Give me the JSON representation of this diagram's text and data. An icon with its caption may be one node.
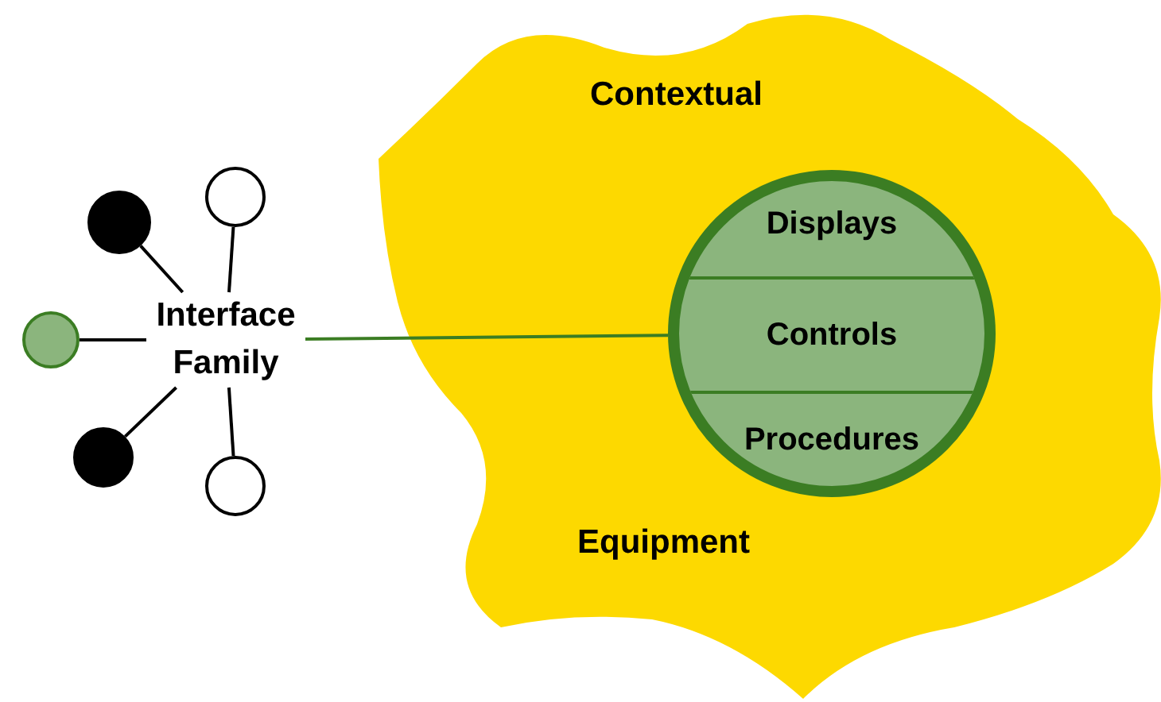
{
  "diagram": {
    "nodes": [
      {
        "text": [
          "Interface Family"
        ]
      },
      {
        "text": [],
        "shape": "circle"
      },
      {
        "text": [],
        "shape": "circle"
      },
      {
        "text": [],
        "shape": "circle"
      },
      {
        "text": [],
        "shape": "circle"
      },
      {
        "text": [],
        "shape": "circle"
      },
      {
        "text": [
          "Contextual",
          "Equipment"
        ]
      },
      {
        "text": [
          "Displays",
          "Controls",
          "Procedures"
        ],
        "in": 6
      }
    ],
    "edges": [
      {
        "from": 1,
        "to": 0,
        "arrow": "none"
      },
      {
        "from": 2,
        "to": 0,
        "arrow": "none"
      },
      {
        "from": 3,
        "to": 0,
        "arrow": "none"
      },
      {
        "from": 4,
        "to": 0,
        "arrow": "none"
      },
      {
        "from": 5,
        "to": 0,
        "arrow": "none"
      },
      {
        "from": 0,
        "to": 7,
        "arrow": "none",
        "color": "#3b7d23"
      }
    ]
  }
}
